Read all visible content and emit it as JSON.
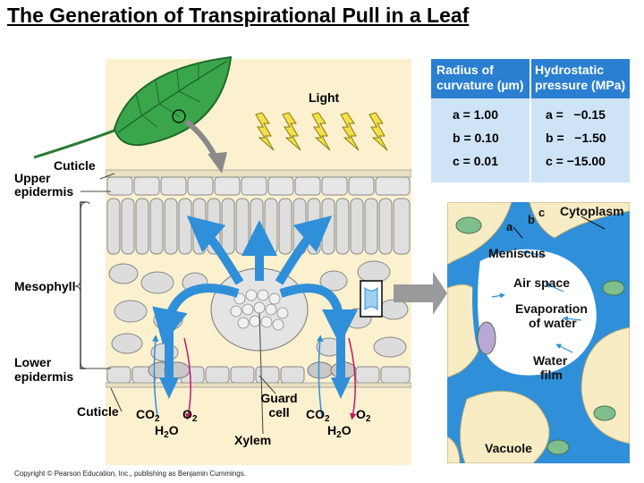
{
  "title": "The Generation of Transpirational Pull in a Leaf",
  "labels": {
    "light": "Light",
    "cuticle_top": "Cuticle",
    "upper_epidermis_1": "Upper",
    "upper_epidermis_2": "epidermis",
    "mesophyll": "Mesophyll",
    "lower_epidermis_1": "Lower",
    "lower_epidermis_2": "epidermis",
    "cuticle_bottom": "Cuticle",
    "co2": "CO",
    "o2": "O",
    "h2o": "H",
    "h2o_o": "O",
    "sub2": "2",
    "guard_cell_1": "Guard",
    "guard_cell_2": "cell",
    "xylem": "Xylem"
  },
  "table": {
    "header_radius_1": "Radius of",
    "header_radius_2": "curvature (µm)",
    "header_pressure_1": "Hydrostatic",
    "header_pressure_2": "pressure (MPa)",
    "rows": [
      {
        "radius": "a = 1.00",
        "pressure": "a =   −0.15"
      },
      {
        "radius": "b = 0.10",
        "pressure": "b =   −1.50"
      },
      {
        "radius": "c = 0.01",
        "pressure": "c = −15.00"
      }
    ]
  },
  "detail": {
    "a": "a",
    "b": "b",
    "c": "c",
    "cytoplasm": "Cytoplasm",
    "meniscus": "Meniscus",
    "air_space": "Air space",
    "evaporation_1": "Evaporation",
    "evaporation_2": "of water",
    "water_film_1": "Water",
    "water_film_2": "film",
    "vacuole": "Vacuole"
  },
  "credit": "Copyright © Pearson Education, Inc., publishing as Benjamin Cummings.",
  "colors": {
    "leaf_green": "#3aa64b",
    "arrow_blue": "#2f8fd8",
    "panel_tan": "#fbf1cf",
    "light_yellow": "#f4e04a",
    "table_header": "#2a7fd0",
    "table_body": "#cfe3f7",
    "cell_gray": "#d9d9d9",
    "co2_arrow_magenta": "#c2186b"
  }
}
